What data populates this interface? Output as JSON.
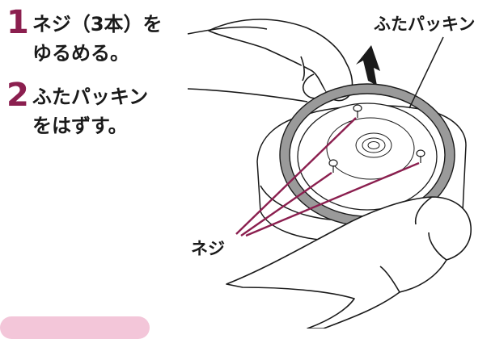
{
  "steps": [
    {
      "number": "1",
      "line1": "ネジ（3本）を",
      "line2": "ゆるめる。"
    },
    {
      "number": "2",
      "line1": "ふたパッキン",
      "line2": "をはずす。"
    }
  ],
  "labels": {
    "gasket": "ふたパッキン",
    "screws": "ネジ"
  },
  "colors": {
    "accent": "#8b1f4f",
    "badge": "#f3c6d9"
  }
}
